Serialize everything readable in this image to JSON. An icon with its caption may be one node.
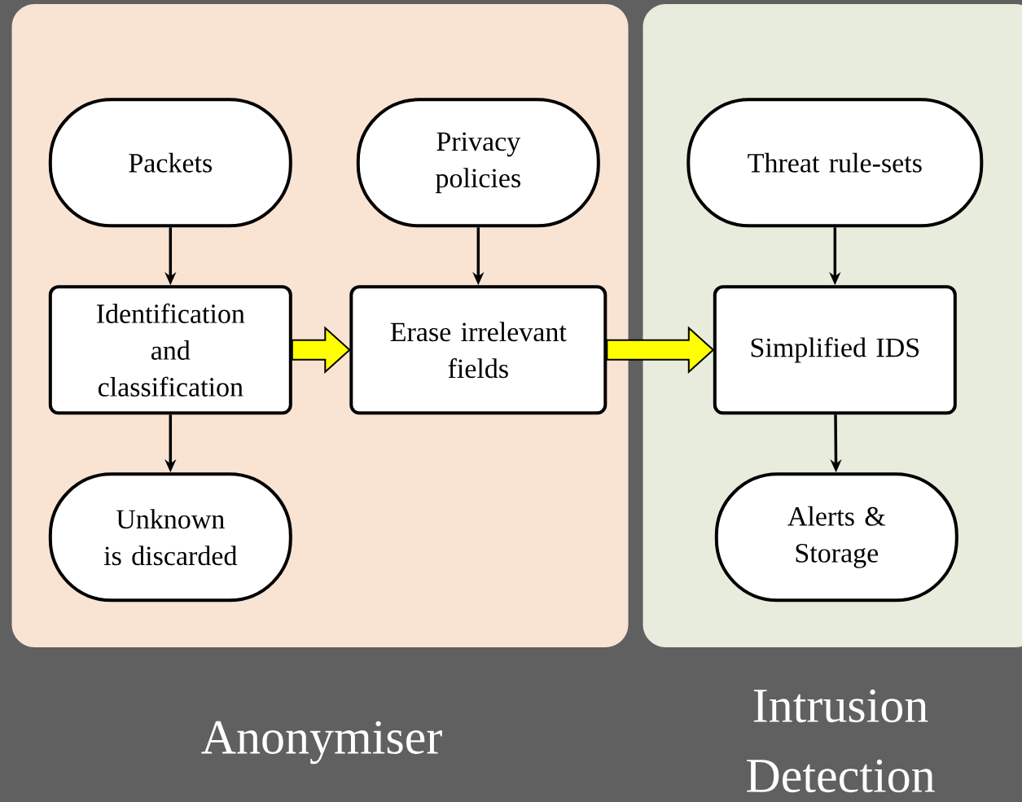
{
  "diagram": {
    "nodes": [
      {
        "text": [
          "Anonymiser"
        ]
      },
      {
        "text": [
          "Intrusion Detection"
        ]
      },
      {
        "text": [
          "Packets"
        ],
        "in": 0
      },
      {
        "text": [
          "Privacy policies"
        ],
        "in": 0
      },
      {
        "text": [
          "Identification and classification"
        ],
        "in": 0
      },
      {
        "text": [
          "Erase irrelevant fields"
        ],
        "in": 0
      },
      {
        "text": [
          "Unknown is discarded"
        ],
        "in": 0
      },
      {
        "text": [
          "Threat rule-sets"
        ],
        "in": 1
      },
      {
        "text": [
          "Simplified IDS"
        ],
        "in": 1
      },
      {
        "text": [
          "Alerts & Storage"
        ],
        "in": 1
      }
    ],
    "edges": [
      {
        "from": 2,
        "to": 4,
        "arrow": "to"
      },
      {
        "from": 3,
        "to": 5,
        "arrow": "to"
      },
      {
        "from": 4,
        "to": 5,
        "arrow": "to",
        "style": "thick",
        "color": "#ffff00"
      },
      {
        "from": 4,
        "to": 6,
        "arrow": "to"
      },
      {
        "from": 5,
        "to": 8,
        "arrow": "to",
        "style": "thick",
        "color": "#ffff00"
      },
      {
        "from": 7,
        "to": 8,
        "arrow": "to"
      },
      {
        "from": 8,
        "to": 9,
        "arrow": "to"
      }
    ]
  }
}
